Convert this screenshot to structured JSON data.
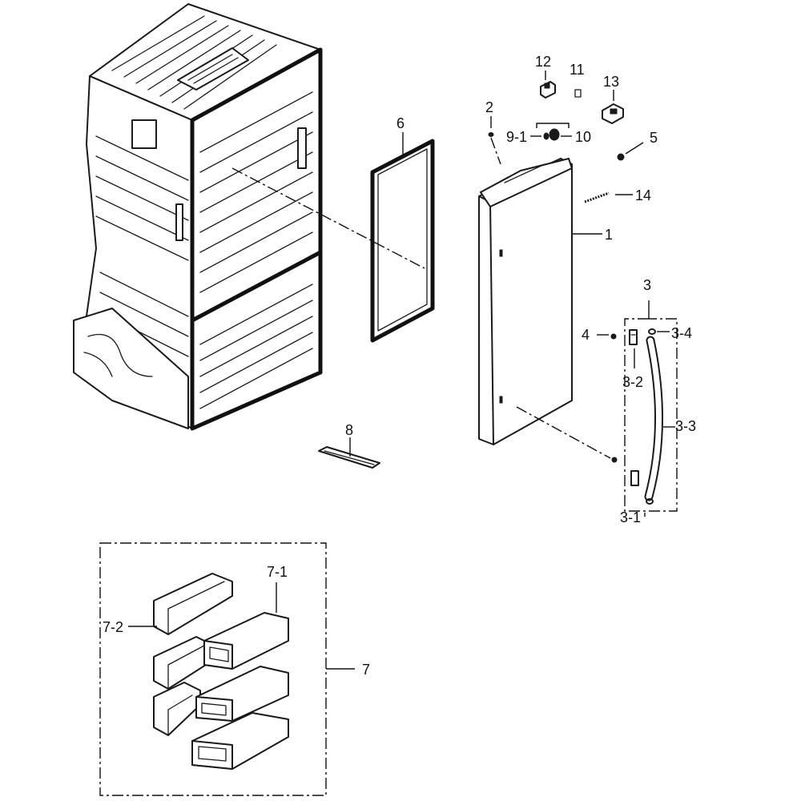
{
  "colors": {
    "ink": "#111111",
    "paper": "#ffffff"
  },
  "callouts": {
    "door": "1",
    "door_cap_screw": "2",
    "handle_assy": "3",
    "handle_screw": "4",
    "door_plug": "5",
    "gasket": "6",
    "guard_set": "7",
    "guard_large": "7-1",
    "guard_small": "7-2",
    "cover_strip": "8",
    "hinge_bushing": "9-1",
    "hinge_cap": "10",
    "washer": "11",
    "hinge_top": "12",
    "hinge_cover": "13",
    "spring": "14",
    "handle_bracket_lower": "3-1",
    "handle_bracket_upper": "3-2",
    "handle_bar": "3-3",
    "handle_cap": "3-4"
  }
}
